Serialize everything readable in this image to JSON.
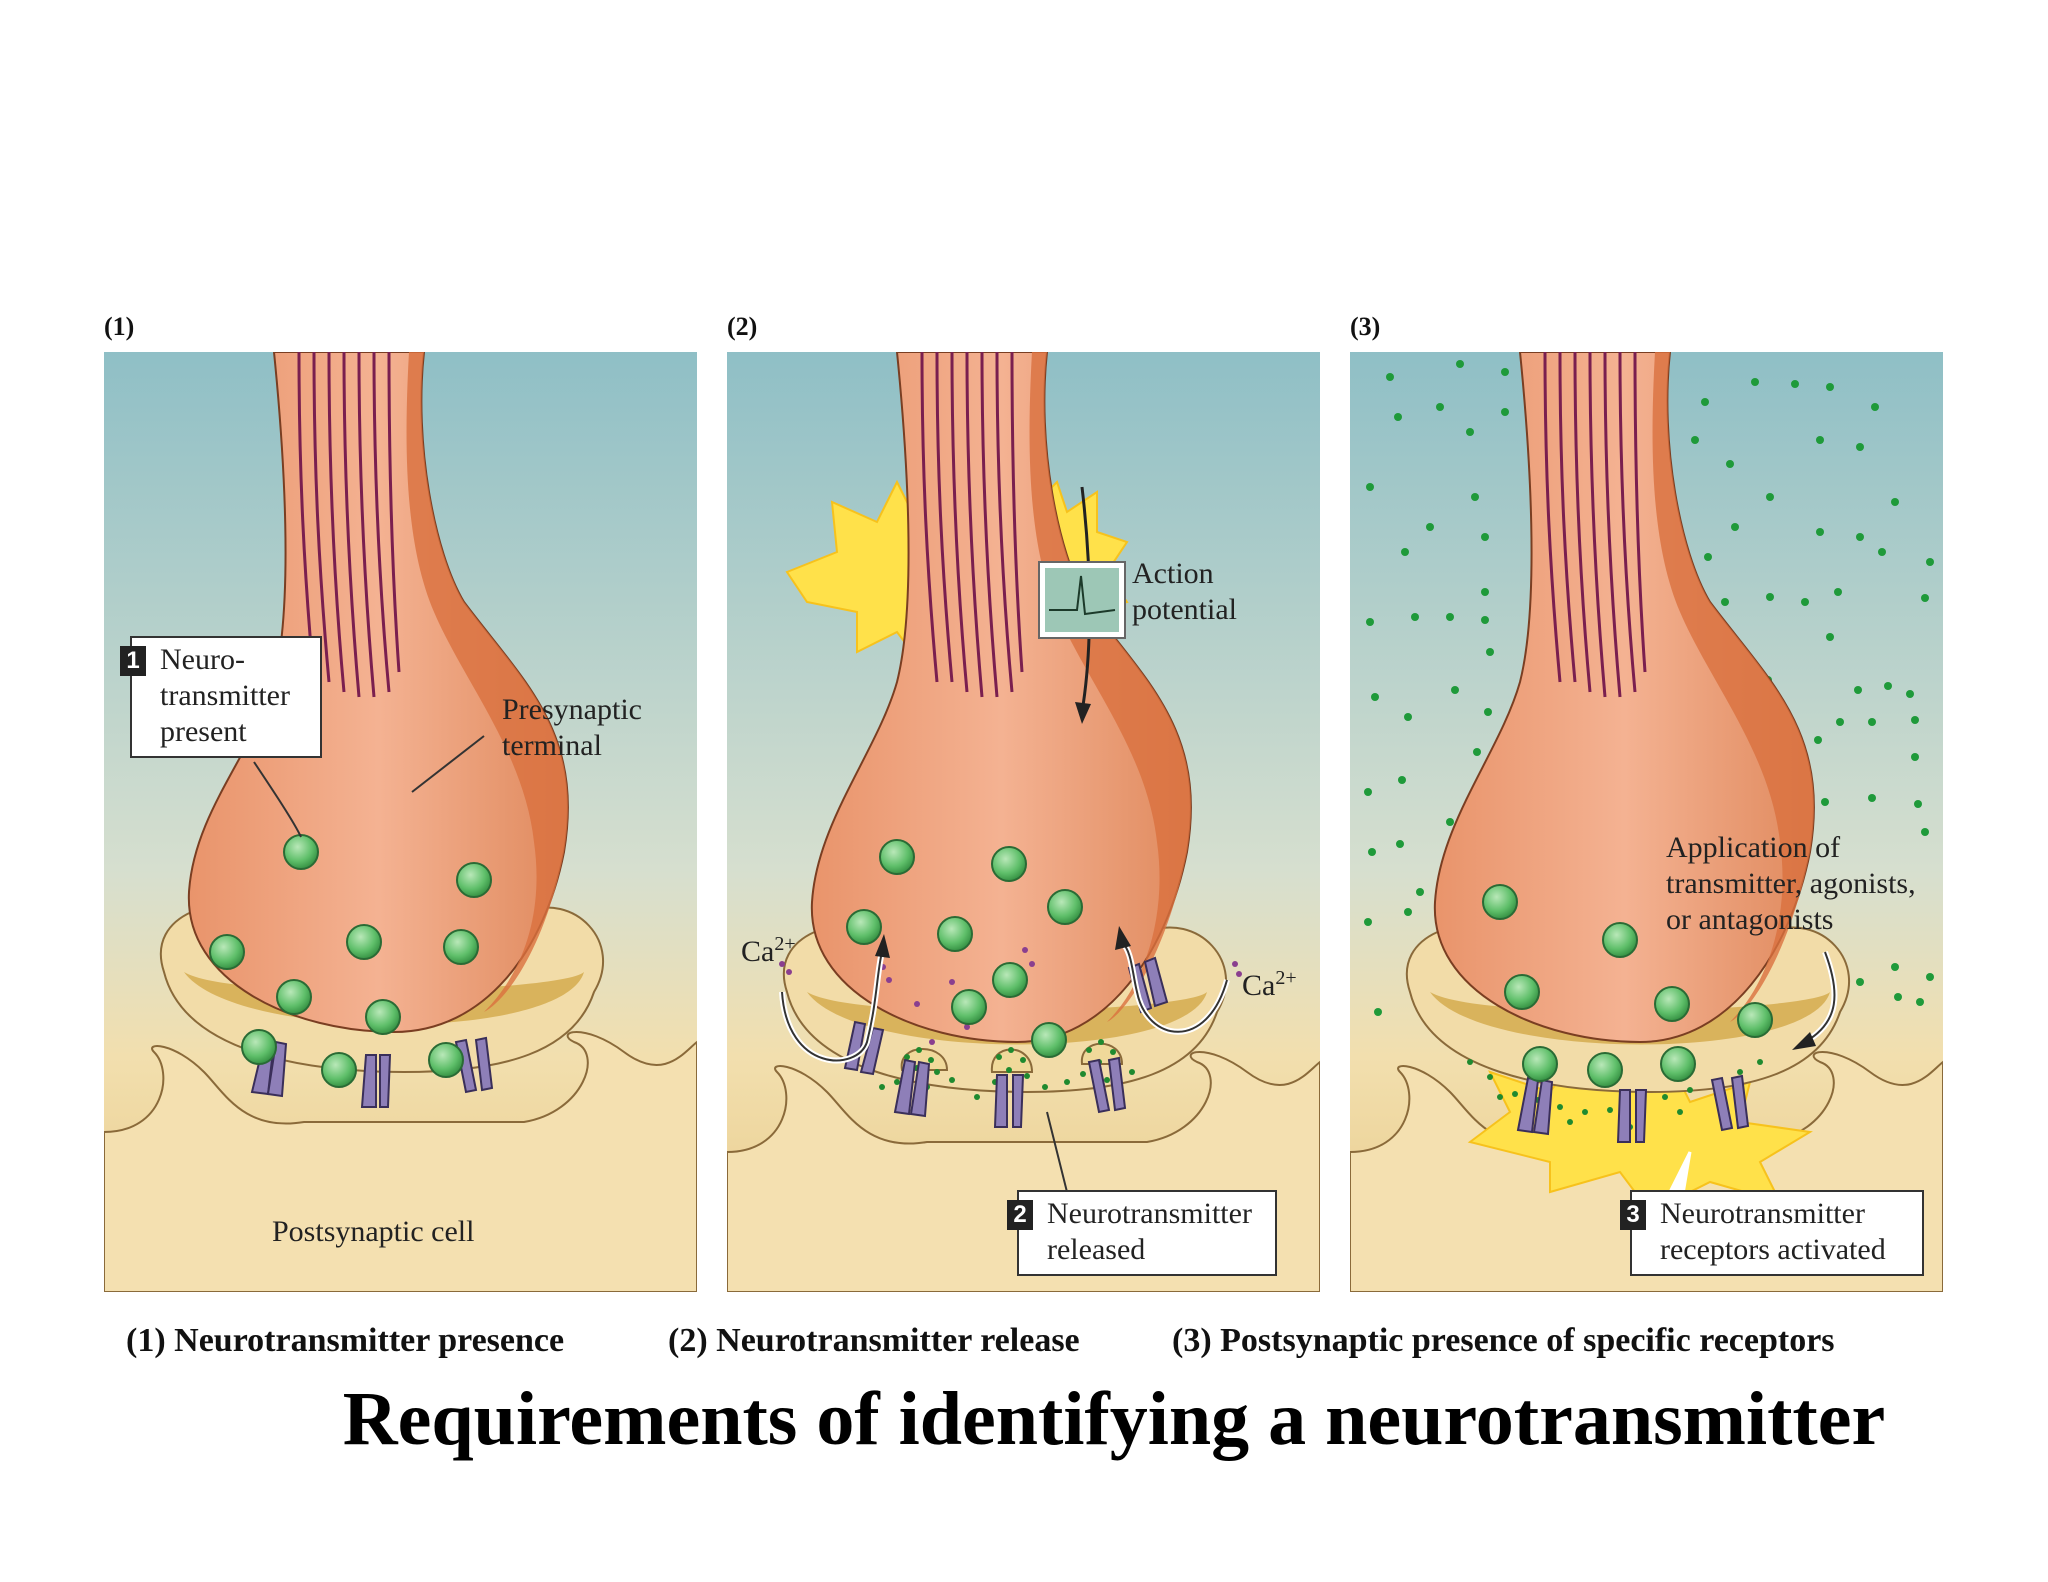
{
  "panels": [
    {
      "number": "(1)",
      "labels": {
        "presynaptic": [
          "Presynaptic",
          "terminal"
        ],
        "postsynaptic": "Postsynaptic cell"
      },
      "callout": {
        "step": "1",
        "lines": [
          "Neuro-",
          "transmitter",
          "present"
        ]
      }
    },
    {
      "number": "(2)",
      "labels": {
        "action": [
          "Action",
          "potential"
        ],
        "ca_left": "Ca",
        "ca_right": "Ca",
        "ca_sup": "2+"
      },
      "callout": {
        "step": "2",
        "lines": [
          "Neurotransmitter",
          "released"
        ]
      }
    },
    {
      "number": "(3)",
      "labels": {
        "application": [
          "Application of",
          "transmitter, agonists,",
          "or antagonists"
        ]
      },
      "callout": {
        "step": "3",
        "lines": [
          "Neurotransmitter",
          "receptors activated"
        ]
      }
    }
  ],
  "captions": [
    "(1) Neurotransmitter presence",
    "(2) Neurotransmitter release",
    "(3) Postsynaptic presence of specific receptors"
  ],
  "title": "Requirements of identifying a neurotransmitter",
  "colors": {
    "background_top": "#8fbfc6",
    "background_bottom": "#e8c987",
    "axon": "#f0a27a",
    "vesicle": "#5fbf6a",
    "receptor": "#8e7fb8",
    "flash": "#ffe14a"
  }
}
